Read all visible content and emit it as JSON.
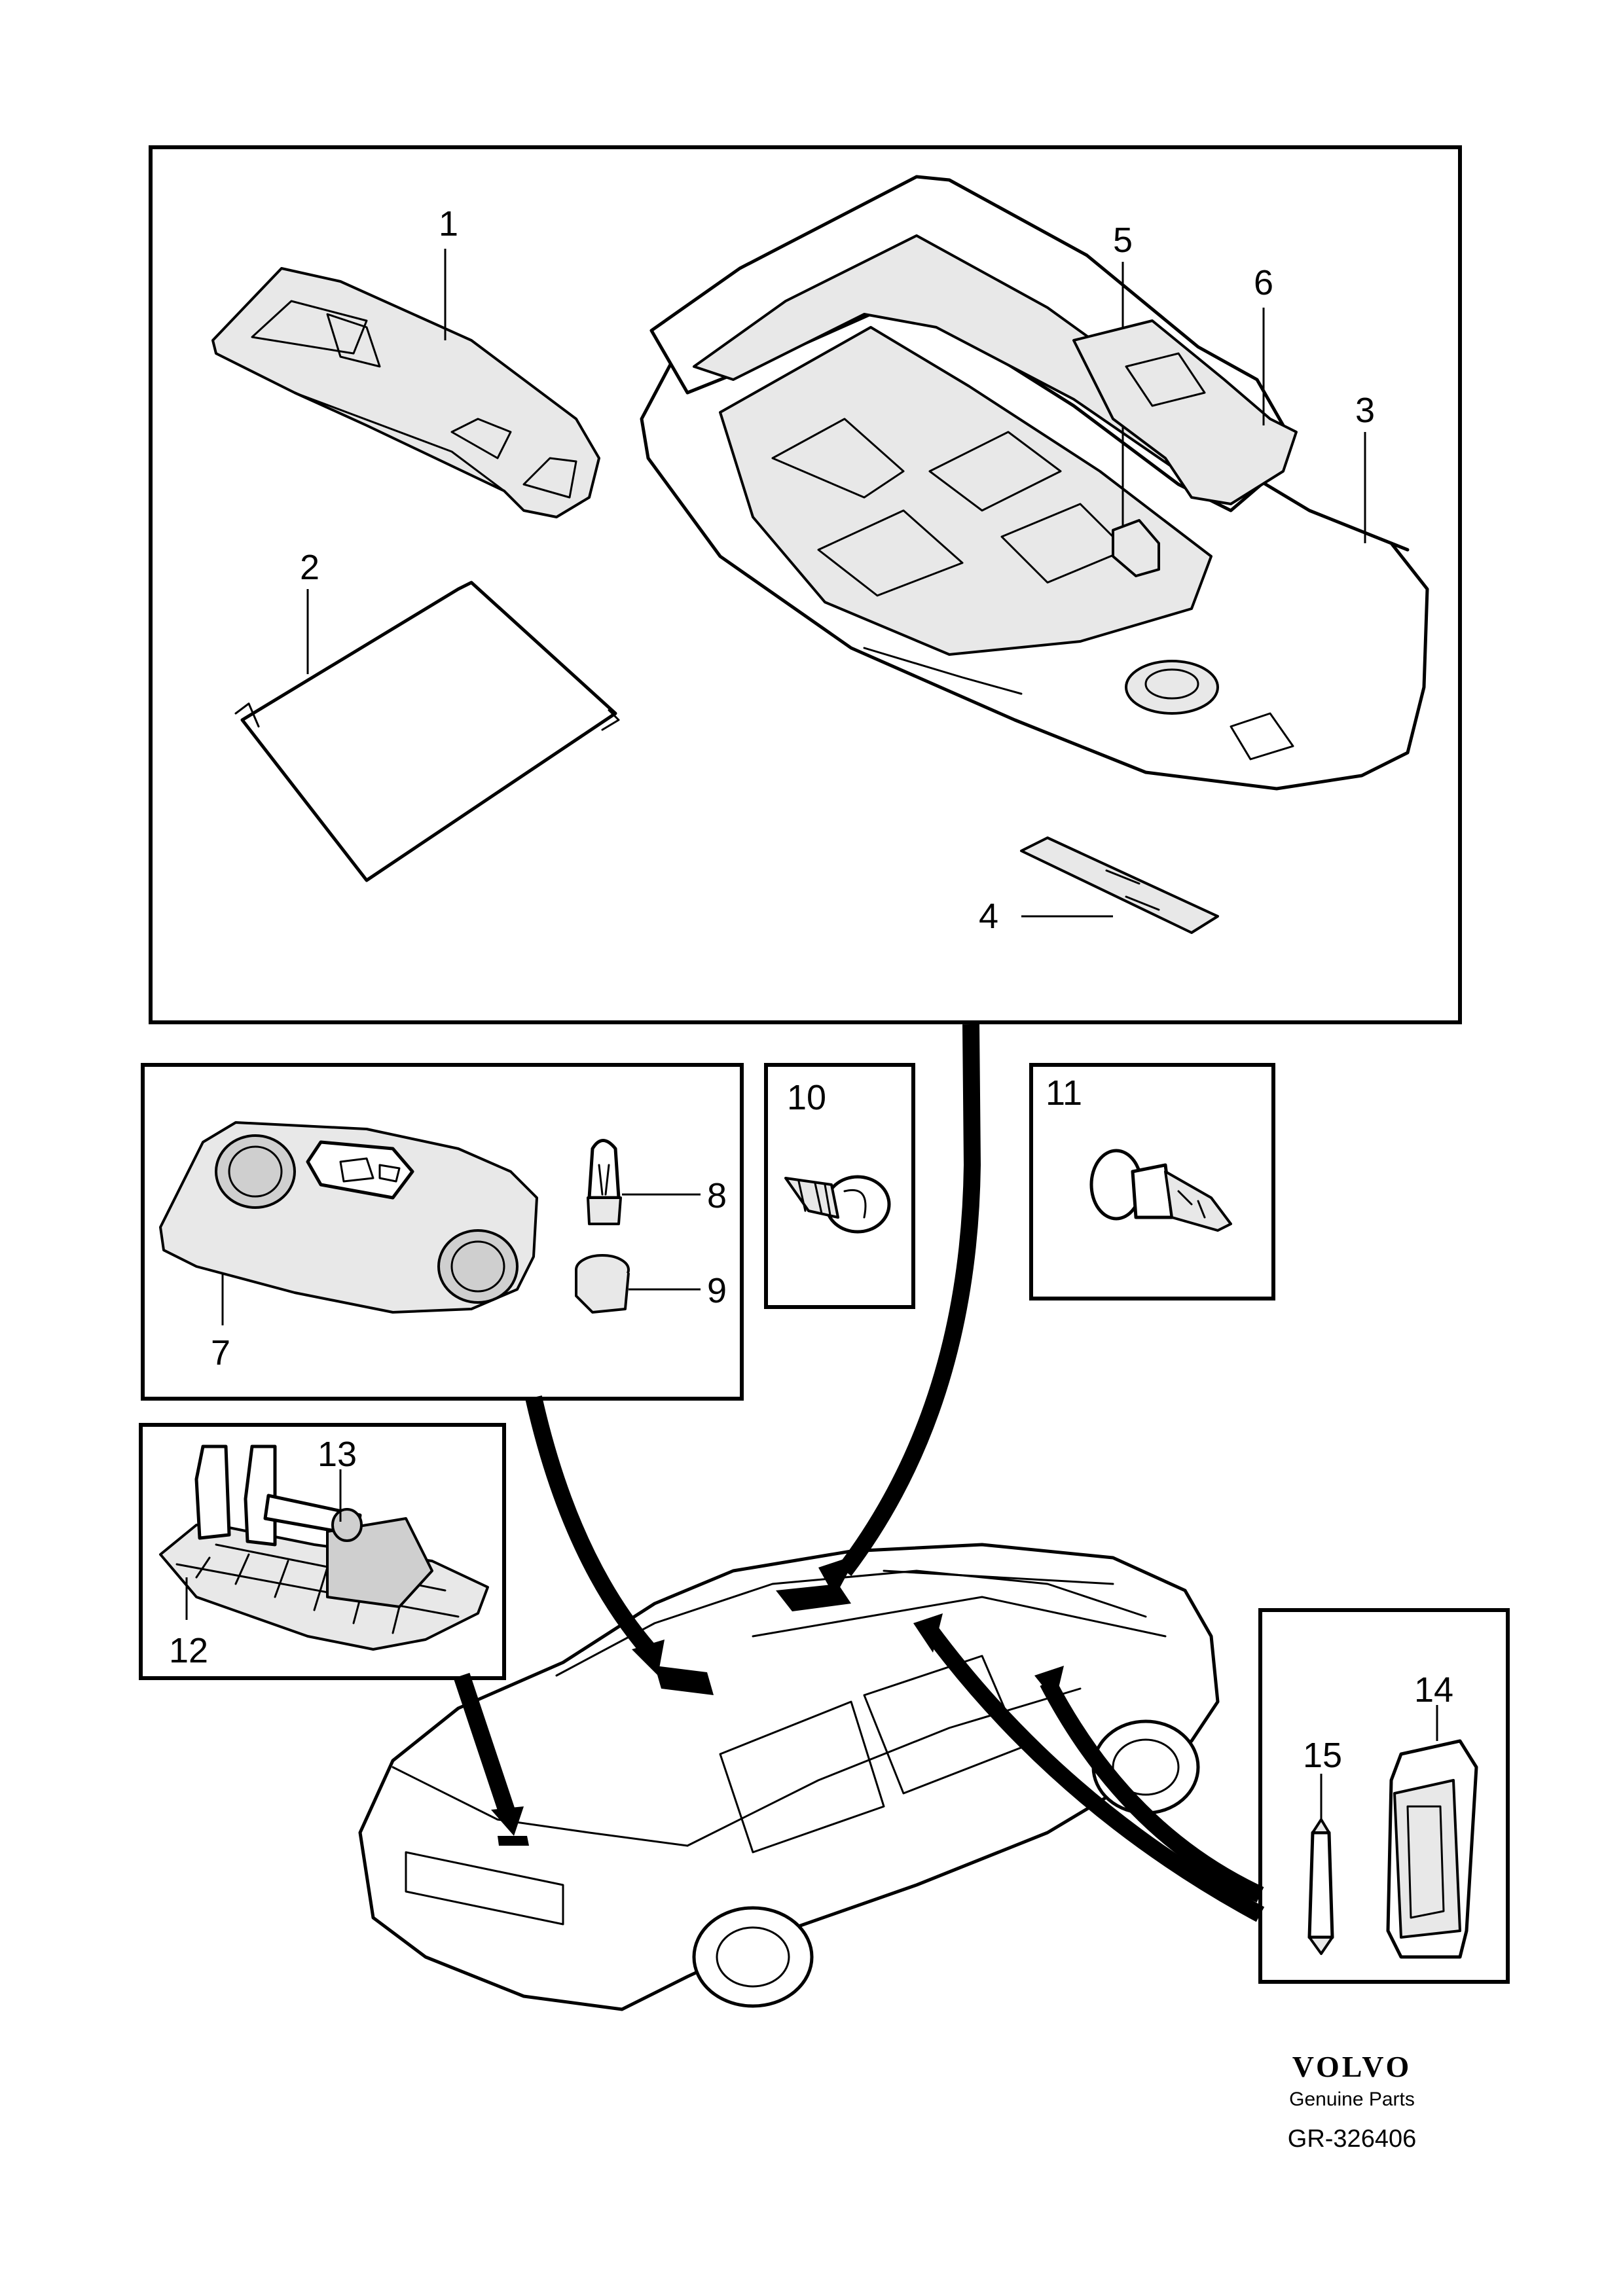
{
  "callouts": [
    "1",
    "2",
    "3",
    "4",
    "5",
    "6",
    "7",
    "8",
    "9",
    "10",
    "11",
    "12",
    "13",
    "14",
    "15"
  ],
  "brand": {
    "logo": "VOLVO",
    "subtitle": "Genuine Parts",
    "code": "GR-326406"
  }
}
